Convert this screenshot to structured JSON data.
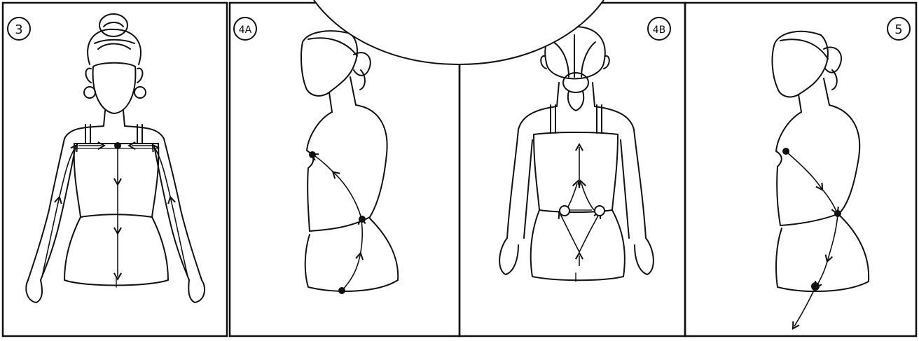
{
  "panels": [
    {
      "id": "p3",
      "label": "3"
    },
    {
      "id": "p4a",
      "label": "4A"
    },
    {
      "id": "p4b",
      "label": "4B"
    },
    {
      "id": "p5",
      "label": "5"
    }
  ],
  "colors": {
    "ink": "#111111",
    "paper": "#ffffff"
  }
}
